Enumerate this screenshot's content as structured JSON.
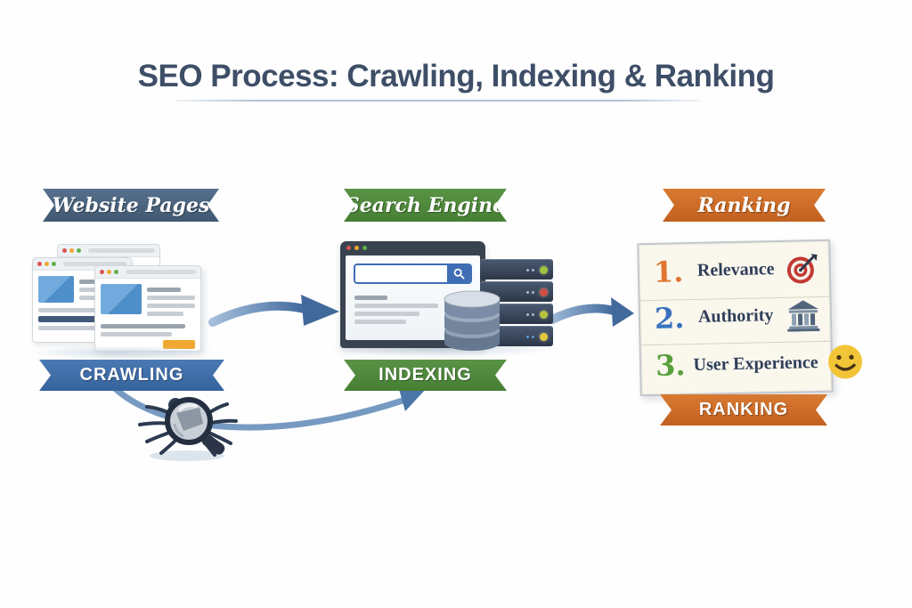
{
  "title": {
    "text": "SEO Process: Crawling, Indexing & Ranking"
  },
  "columns": {
    "left": {
      "top_banner": "Website Pages",
      "bottom_banner": "CRAWLING"
    },
    "middle": {
      "top_banner": "Search Engine",
      "bottom_banner": "INDEXING"
    },
    "right": {
      "top_banner": "Ranking",
      "bottom_banner": "RANKING",
      "factors": [
        {
          "number": "1.",
          "label": "Relevance",
          "icon": "target-icon"
        },
        {
          "number": "2.",
          "label": "Authority",
          "icon": "bank-icon"
        },
        {
          "number": "3.",
          "label": "User Experience",
          "icon": "smiley-icon"
        }
      ]
    }
  },
  "icons": {
    "crawler": "spider-with-magnifier",
    "search_button": "magnifier",
    "relevance": "target-bullseye",
    "authority": "bank-building",
    "user_experience": "smiley-face"
  },
  "colors": {
    "title_text": "#3e4e67",
    "website_pages_banner": "#4b6179",
    "crawling_banner": "#3e6ba6",
    "search_engine_banner": "#4f8b3b",
    "ranking_banner": "#cf6a28",
    "arrow_blue": "#4d79ae",
    "card_background": "#faf7ed",
    "number_1": "#e0762f",
    "number_2": "#3a72bf",
    "number_3": "#58a03b"
  }
}
